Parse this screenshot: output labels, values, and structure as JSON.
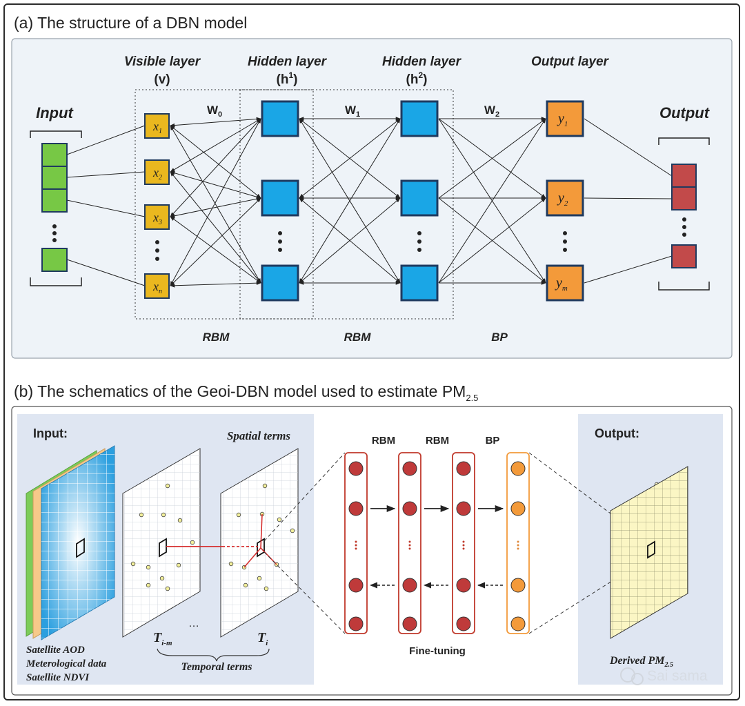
{
  "panel_a": {
    "title": "(a) The structure of a DBN model",
    "input_label": "Input",
    "output_label": "Output",
    "visible_layer": {
      "name": "Visible layer",
      "symbol": "(v)"
    },
    "hidden_layer_1": {
      "name": "Hidden layer",
      "symbol": "(h",
      "sup": "1",
      "close": ")"
    },
    "hidden_layer_2": {
      "name": "Hidden layer",
      "symbol": "(h",
      "sup": "2",
      "close": ")"
    },
    "output_layer": {
      "name": "Output layer"
    },
    "weights": [
      {
        "main": "W",
        "sub": "0"
      },
      {
        "main": "W",
        "sub": "1"
      },
      {
        "main": "W",
        "sub": "2"
      }
    ],
    "visible_nodes": [
      {
        "main": "x",
        "sub": "1"
      },
      {
        "main": "x",
        "sub": "2"
      },
      {
        "main": "x",
        "sub": "3"
      },
      {
        "main": "x",
        "sub": "n"
      }
    ],
    "output_nodes": [
      {
        "main": "y",
        "sub": "1"
      },
      {
        "main": "y",
        "sub": "2"
      },
      {
        "main": "y",
        "sub": "m"
      }
    ],
    "stage_labels": [
      "RBM",
      "RBM",
      "BP"
    ],
    "colors": {
      "panel_bg": "#eef3f8",
      "input_green": "#77c845",
      "visible_yellow": "#eab81f",
      "hidden_blue": "#1aa6e6",
      "output_orange": "#f39a3a",
      "output_red": "#c24a4a",
      "node_border": "#1f3a5f"
    }
  },
  "panel_b": {
    "title": "(b) The schematics of the Geoi-DBN model used to estimate PM",
    "title_sub": "2.5",
    "input_heading": "Input:",
    "output_heading": "Output:",
    "spatial_terms": "Spatial terms",
    "temporal_terms": "Temporal terms",
    "t_labels": [
      {
        "main": "T",
        "sub": "i-m"
      },
      {
        "main": "T",
        "sub": "i"
      }
    ],
    "ellipsis": "…",
    "input_sources": [
      "Satellite AOD",
      "Meterological data",
      "Satellite NDVI"
    ],
    "network_columns": [
      "RBM",
      "RBM",
      "BP"
    ],
    "fine_tuning": "Fine-tuning",
    "derived_main": "Derived PM",
    "derived_sub": "2.5",
    "watermark": "Sai sama",
    "colors": {
      "side_panel_bg": "#dfe6f2",
      "column_border_red": "#c0392b",
      "node_red": "#bf3a3a",
      "node_orange": "#f39a3a",
      "grid_yellow": "#fbf6c4",
      "grid_blue": "#3aa8e4",
      "connection_red": "#d62e2e"
    }
  }
}
